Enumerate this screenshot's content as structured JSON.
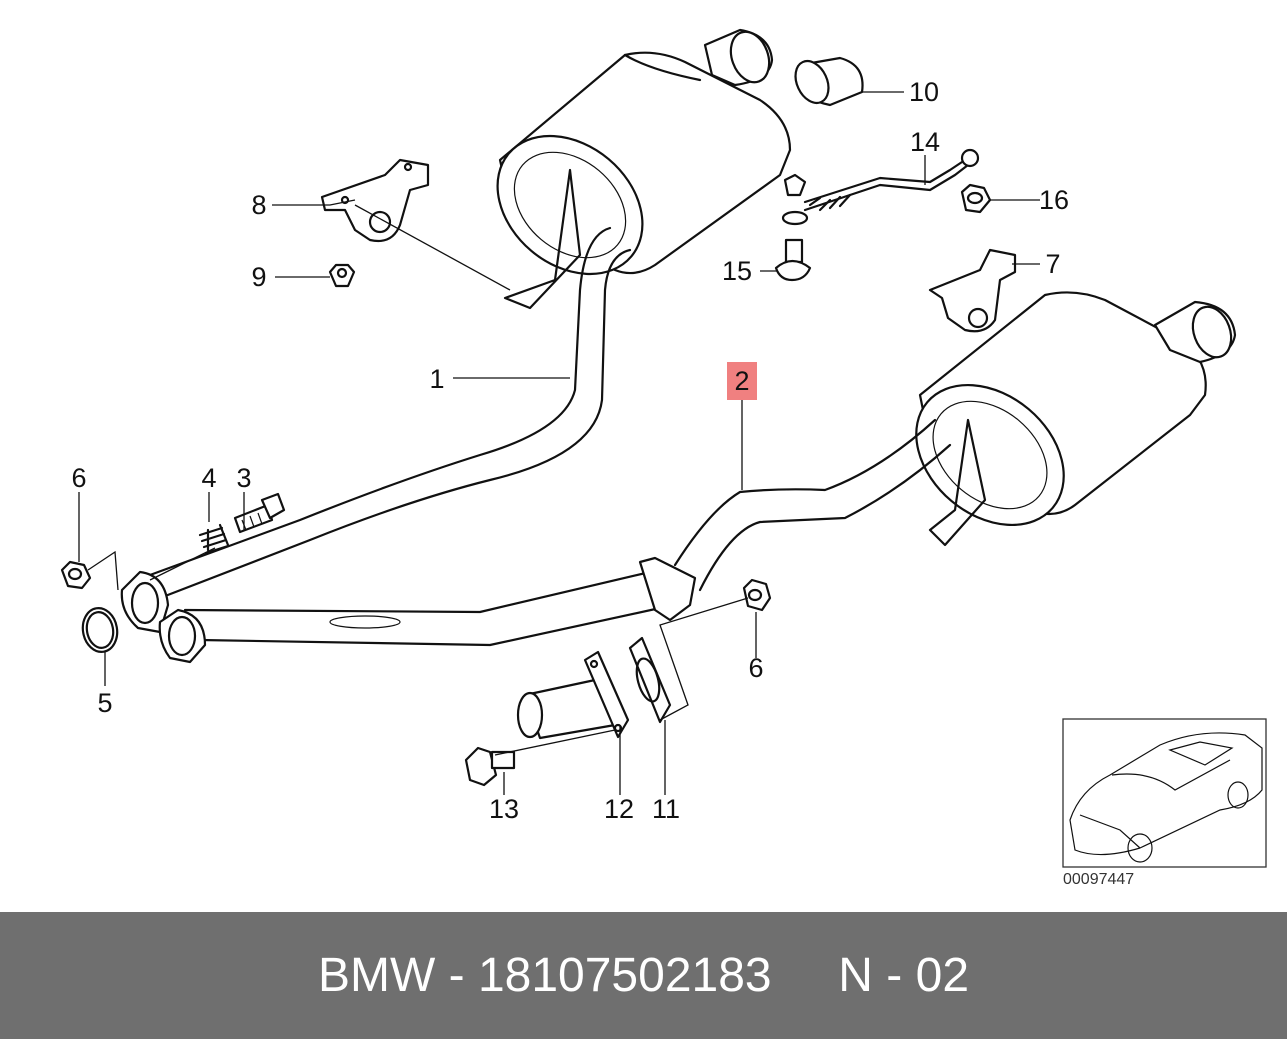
{
  "diagram": {
    "callouts": [
      "1",
      "2",
      "3",
      "4",
      "5",
      "6",
      "6",
      "7",
      "8",
      "9",
      "10",
      "11",
      "12",
      "13",
      "14",
      "15",
      "16"
    ],
    "highlight_color": "#f08080",
    "thumbnail_code": "00097447"
  },
  "footer": {
    "brand": "BMW",
    "part_number": "18107502183",
    "position_code": "N - 02",
    "background": "#6f6f6f"
  }
}
